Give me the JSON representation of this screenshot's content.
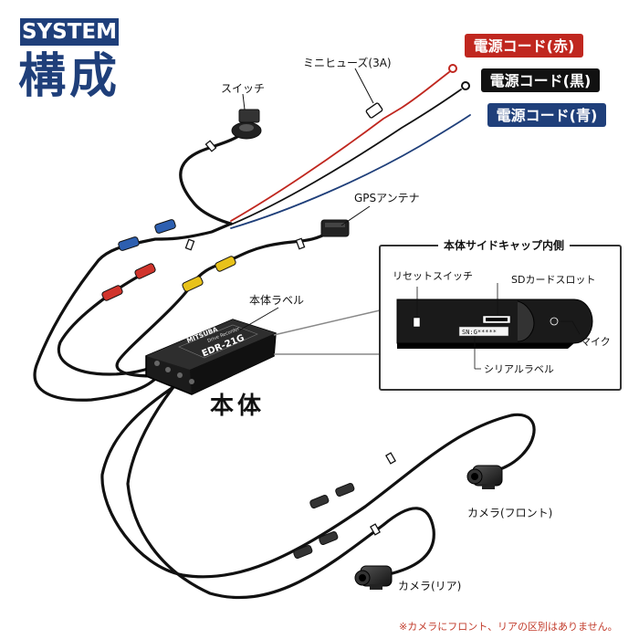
{
  "header": {
    "system_badge": "SYSTEM",
    "title": "構成"
  },
  "cords": {
    "red": {
      "label": "電源コード(赤)",
      "color": "#c0271f"
    },
    "black": {
      "label": "電源コード(黒)",
      "color": "#111111"
    },
    "blue": {
      "label": "電源コード(青)",
      "color": "#1f3f7a"
    }
  },
  "labels": {
    "switch": "スイッチ",
    "mini_fuse": "ミニヒューズ(3A)",
    "gps_antenna": "GPSアンテナ",
    "body_label": "本体ラベル",
    "body": "本体",
    "camera_front": "カメラ(フロント)",
    "camera_rear": "カメラ(リア)"
  },
  "device": {
    "brand": "MITSUBA",
    "product_line": "Drive Recorder",
    "model": "EDR-21G"
  },
  "inset": {
    "title": "本体サイドキャップ内側",
    "reset_switch": "リセットスイッチ",
    "sd_slot": "SDカードスロット",
    "mic": "マイク",
    "serial_label": "シリアルラベル",
    "serial_placeholder": "SN:G*****"
  },
  "footnote": "※カメラにフロント、リアの区別はありません。",
  "colors": {
    "brand_navy": "#1f3f7a",
    "connector_blue": "#2d5fb0",
    "connector_red": "#d0342c",
    "connector_yellow": "#e8c21a",
    "note_red": "#c23b2b"
  }
}
